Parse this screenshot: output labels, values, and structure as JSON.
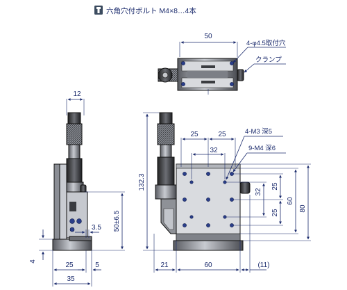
{
  "legend": {
    "icon": "hex-socket-bolt-icon",
    "text": "六角穴付ボルト M4×8…4本"
  },
  "top_view": {
    "width_dim": "50",
    "mount_holes": "4-φ4.5取付穴",
    "clamp": "クランプ"
  },
  "side_view": {
    "top_dim": "12",
    "offset_dim": "3.5",
    "height_dim": "50±6.5",
    "thickness_dim": "4",
    "base_dim_a": "25",
    "base_dim_b": "5",
    "base_dim_total": "35"
  },
  "front_view": {
    "top_dim_a": "25",
    "top_dim_b": "25",
    "pitch_dim": "32",
    "tap_a": "4-M3 深5",
    "tap_b": "9-M4 深6",
    "height_dim": "132.3",
    "right_dim_a": "25",
    "right_dim_b": "32",
    "right_dim_c": "25",
    "right_dim_60": "60",
    "right_dim_80": "80",
    "bottom_dim_a": "21",
    "bottom_dim_b": "60",
    "bottom_dim_c": "(11)"
  },
  "colors": {
    "dimension_line": "#1a2a6c",
    "stage_dark": "#2f3136",
    "stage_mid": "#6d6f75",
    "stage_light": "#b9bcc3"
  }
}
